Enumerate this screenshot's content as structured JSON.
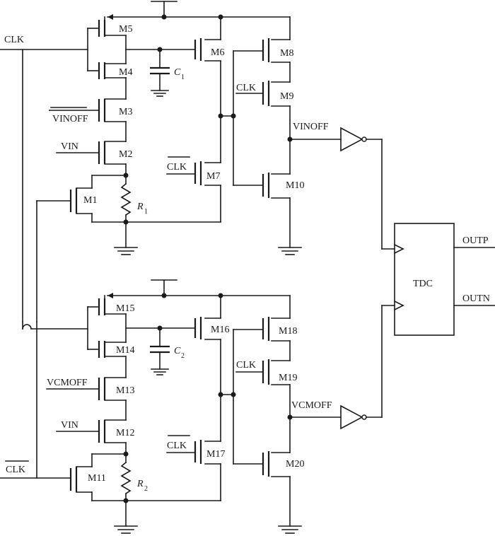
{
  "inputs": {
    "clk": "CLK",
    "clk_bar": "CLK",
    "vinoff": "VINOFF",
    "vin": "VIN",
    "vcmoff": "VCMOFF",
    "vin_lower": "VIN"
  },
  "nodes": {
    "vinoff": "VINOFF",
    "vcmoff": "VCMOFF"
  },
  "transistors": {
    "m1": "M1",
    "m2": "M2",
    "m3": "M3",
    "m4": "M4",
    "m5": "M5",
    "m6": "M6",
    "m7": "M7",
    "m8": "M8",
    "m9": "M9",
    "m10": "M10",
    "m11": "M11",
    "m12": "M12",
    "m13": "M13",
    "m14": "M14",
    "m15": "M15",
    "m16": "M16",
    "m17": "M17",
    "m18": "M18",
    "m19": "M19",
    "m20": "M20"
  },
  "passives": {
    "c1": "C",
    "c1_sub": "1",
    "c2": "C",
    "c2_sub": "2",
    "r1": "R",
    "r1_sub": "1",
    "r2": "R",
    "r2_sub": "2"
  },
  "upper_gate_clk": {
    "clk_m9": "CLK",
    "clk_bar_m7": "CLK"
  },
  "lower_gate_clk": {
    "clk_m19": "CLK",
    "clk_bar_m17": "CLK"
  },
  "tdc": {
    "label": "TDC",
    "out_p": "OUTP",
    "out_n": "OUTN"
  }
}
